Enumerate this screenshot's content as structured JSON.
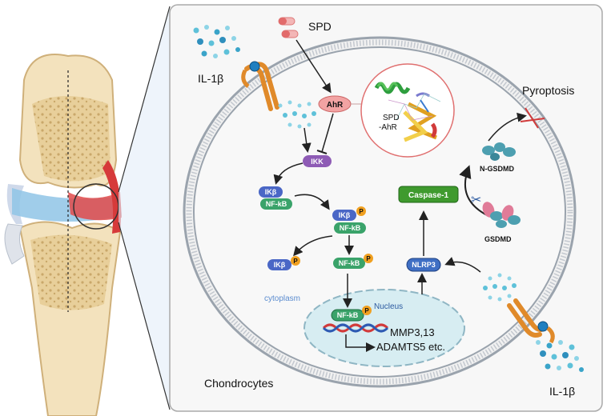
{
  "labels": {
    "spd": "SPD",
    "il1b_top": "IL-1β",
    "il1b_bottom": "IL-1β",
    "pyroptosis": "Pyroptosis",
    "ahr": "AhR",
    "spd_ahr_line1": "SPD",
    "spd_ahr_line2": "-AhR",
    "ikk": "IKK",
    "ikb_1": "IKβ",
    "nfkb_1": "NF-kB",
    "ikb_2": "IKβ",
    "nfkb_2": "NF-kB",
    "ikb_3": "IKβ",
    "nfkb_3": "NF-kB",
    "nfkb_nucleus": "NF-kB",
    "p": "P",
    "caspase1": "Caspase-1",
    "nlrp3": "NLRP3",
    "ngsdmd": "N-GSDMD",
    "gsdmd": "GSDMD",
    "cytoplasm": "cytoplasm",
    "nucleus": "Nucleus",
    "genes_line1": "MMP3,13",
    "genes_line2": "ADAMTS5 etc.",
    "chondrocytes": "Chondrocytes"
  },
  "colors": {
    "ahr_fill": "#f2a3a3",
    "ikk_fill": "#8e5bb5",
    "ikb_fill": "#4a67c6",
    "nfkb_fill": "#3aa36a",
    "caspase_fill": "#3f9a2e",
    "nlrp3_fill": "#3f6fc4",
    "phospho_fill": "#f0a020",
    "nucleus_fill": "#d7edf2",
    "membrane": "#9aa3ad"
  }
}
